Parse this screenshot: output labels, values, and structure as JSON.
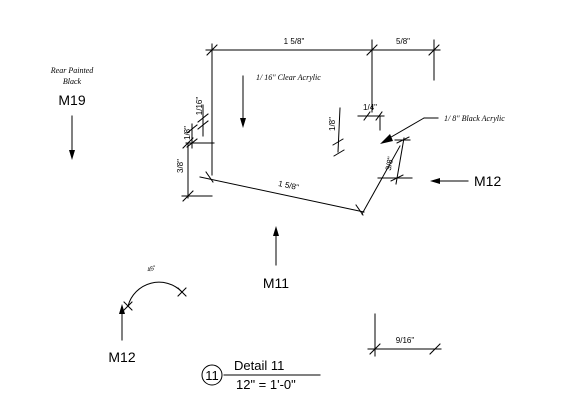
{
  "drawing": {
    "dims": {
      "top_width": "1 5/8\"",
      "top_right": "5/8\"",
      "left_sixteenth": "1/16\"",
      "left_eighth": "1/8\"",
      "left_three_eighths": "3/8\"",
      "bottom_slope": "1 5/8\"",
      "right_quarter": "1/4\"",
      "right_eighth": "1/8\"",
      "right_three_eighths": "3/8\"",
      "lower_right": "9/16\""
    },
    "notes": {
      "clear_acrylic": "1/ 16\" Clear Acrylic",
      "black_acrylic": "1/ 8\" Black Acrylic",
      "rear_painted_line1": "Rear Painted",
      "rear_painted_line2": "Black",
      "arc_small": "45°"
    },
    "markers": {
      "m19": "M19",
      "m12_right": "M12",
      "m11": "M11",
      "m12_left": "M12"
    },
    "detail": {
      "number": "11",
      "title": "Detail 11",
      "scale": "12\" = 1'-0\""
    }
  }
}
